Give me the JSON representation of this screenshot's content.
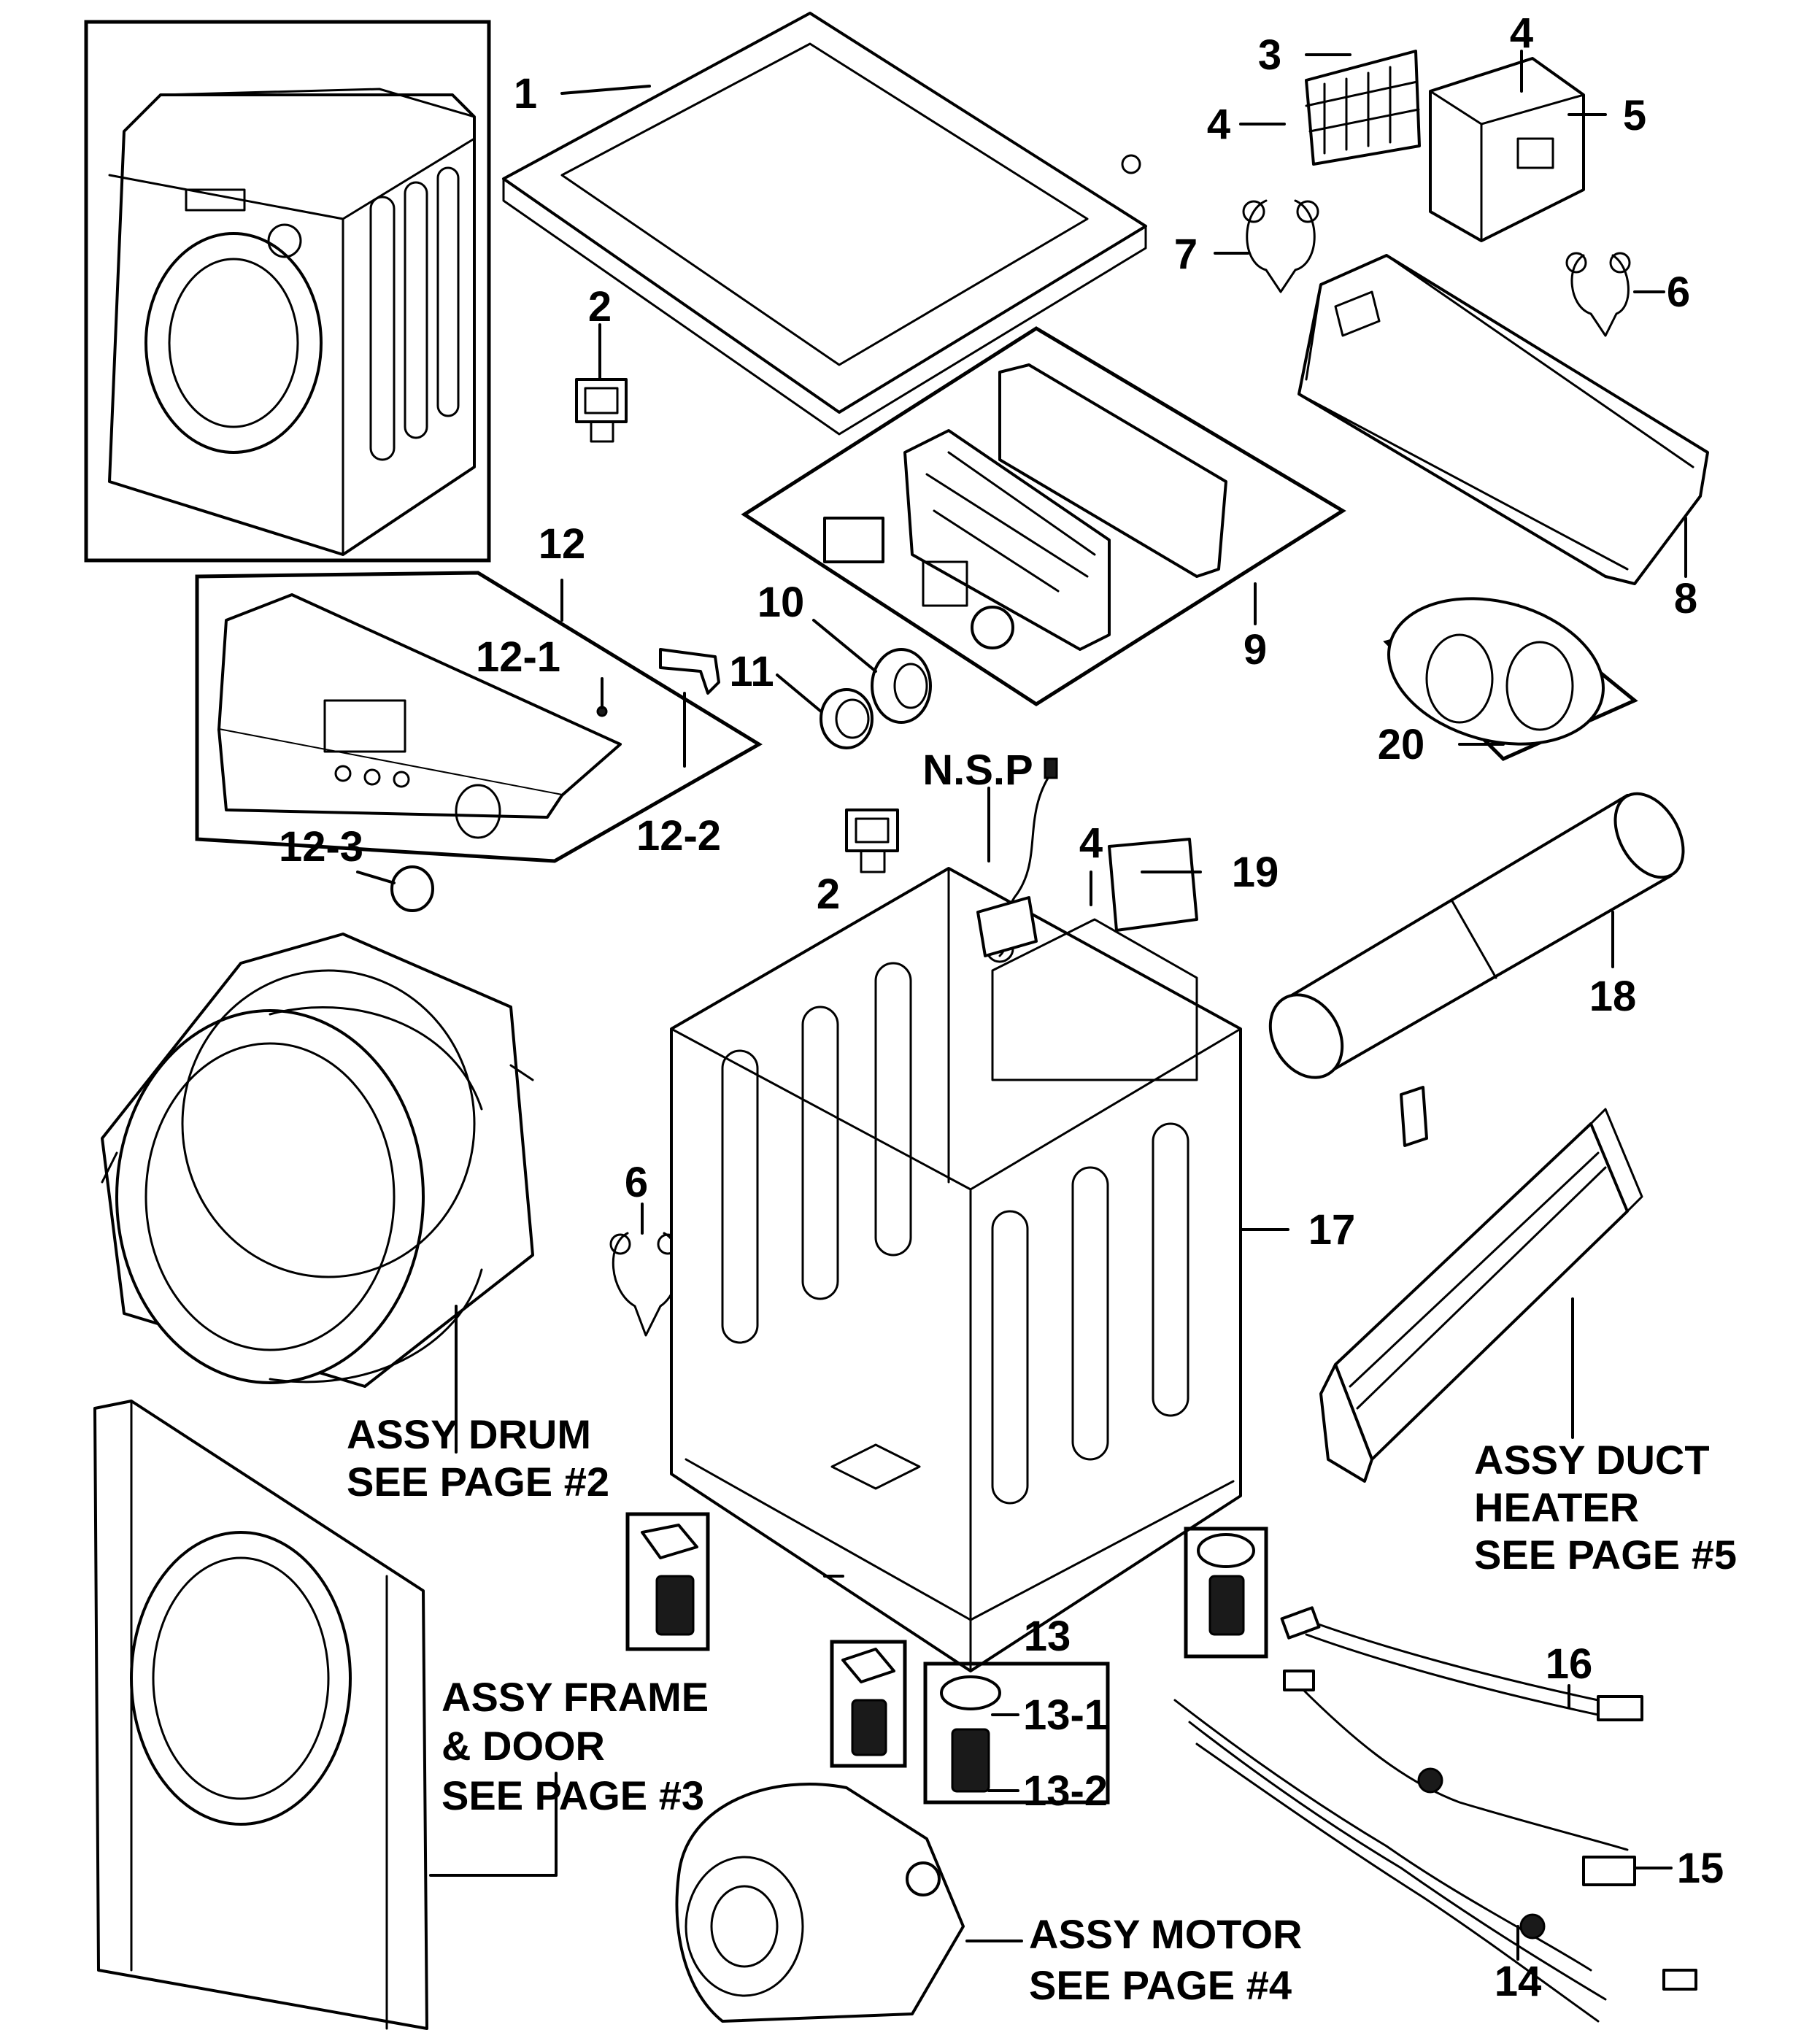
{
  "callouts": {
    "c1": "1",
    "c2a": "2",
    "c2b": "2",
    "c3": "3",
    "c4a": "4",
    "c4b": "4",
    "c4c": "4",
    "c5": "5",
    "c6a": "6",
    "c6b": "6",
    "c7": "7",
    "c8": "8",
    "c9": "9",
    "c10": "10",
    "c11": "11",
    "c12": "12",
    "c12_1": "12-1",
    "c12_2": "12-2",
    "c12_3": "12-3",
    "c13": "13",
    "c13_1": "13-1",
    "c13_2": "13-2",
    "c14": "14",
    "c15": "15",
    "c16": "16",
    "c17": "17",
    "c18": "18",
    "c19": "19",
    "c20": "20",
    "nsp": "N.S.P"
  },
  "notes": {
    "drum_1": "ASSY DRUM",
    "drum_2": "SEE PAGE #2",
    "frame_1": "ASSY FRAME",
    "frame_2": "& DOOR",
    "frame_3": "SEE PAGE #3",
    "motor_1": "ASSY MOTOR",
    "motor_2": "SEE PAGE #4",
    "duct_1": "ASSY DUCT",
    "duct_2": "HEATER",
    "duct_3": "SEE PAGE #5"
  }
}
